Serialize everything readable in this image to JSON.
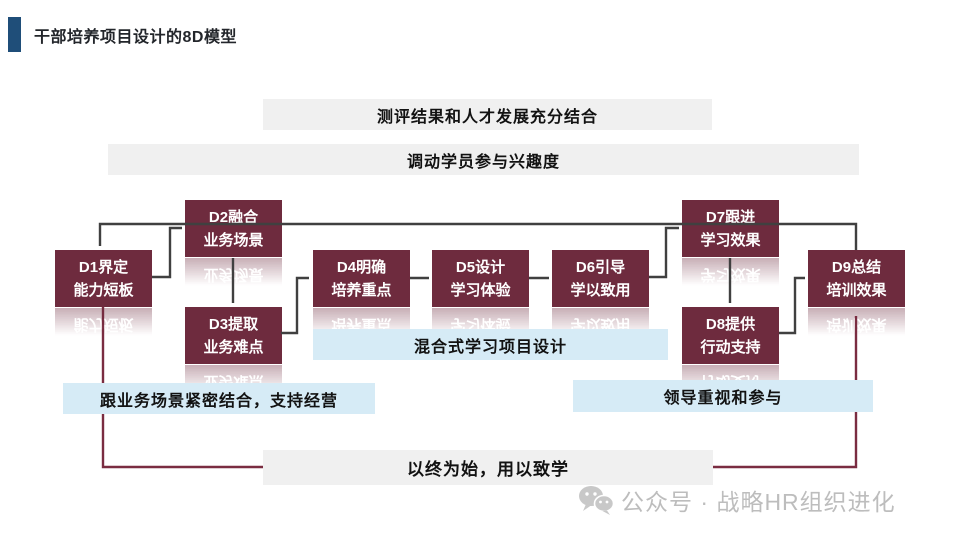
{
  "slide": {
    "title": "干部培养项目设计的8D模型"
  },
  "banners": {
    "top1": "测评结果和人才发展充分结合",
    "top2": "调动学员参与兴趣度",
    "middle": "混合式学习项目设计",
    "bottom_left": "跟业务场景紧密结合，支持经营",
    "bottom_right": "领导重视和参与",
    "bottom": "以终为始，用以致学"
  },
  "boxes": [
    {
      "id": "D1",
      "line1": "D1界定",
      "line2": "能力短板"
    },
    {
      "id": "D2",
      "line1": "D2融合",
      "line2": "业务场景"
    },
    {
      "id": "D3",
      "line1": "D3提取",
      "line2": "业务难点"
    },
    {
      "id": "D4",
      "line1": "D4明确",
      "line2": "培养重点"
    },
    {
      "id": "D5",
      "line1": "D5设计",
      "line2": "学习体验"
    },
    {
      "id": "D6",
      "line1": "D6引导",
      "line2": "学以致用"
    },
    {
      "id": "D7",
      "line1": "D7跟进",
      "line2": "学习效果"
    },
    {
      "id": "D8",
      "line1": "D8提供",
      "line2": "行动支持"
    },
    {
      "id": "D9",
      "line1": "D9总结",
      "line2": "培训效果"
    }
  ],
  "watermark": {
    "icon": "wechat-icon",
    "text": "公众号 · 战略HR组织进化"
  },
  "colors": {
    "accent": "#1F4E79",
    "box_bg": "#6E2B3E",
    "maroon_line": "#7A2C41",
    "gray_line": "#404040",
    "blue_banner": "#D6EBF6",
    "gray_banner": "#F0F0F0",
    "watermark_text": "#BDBDBD"
  }
}
